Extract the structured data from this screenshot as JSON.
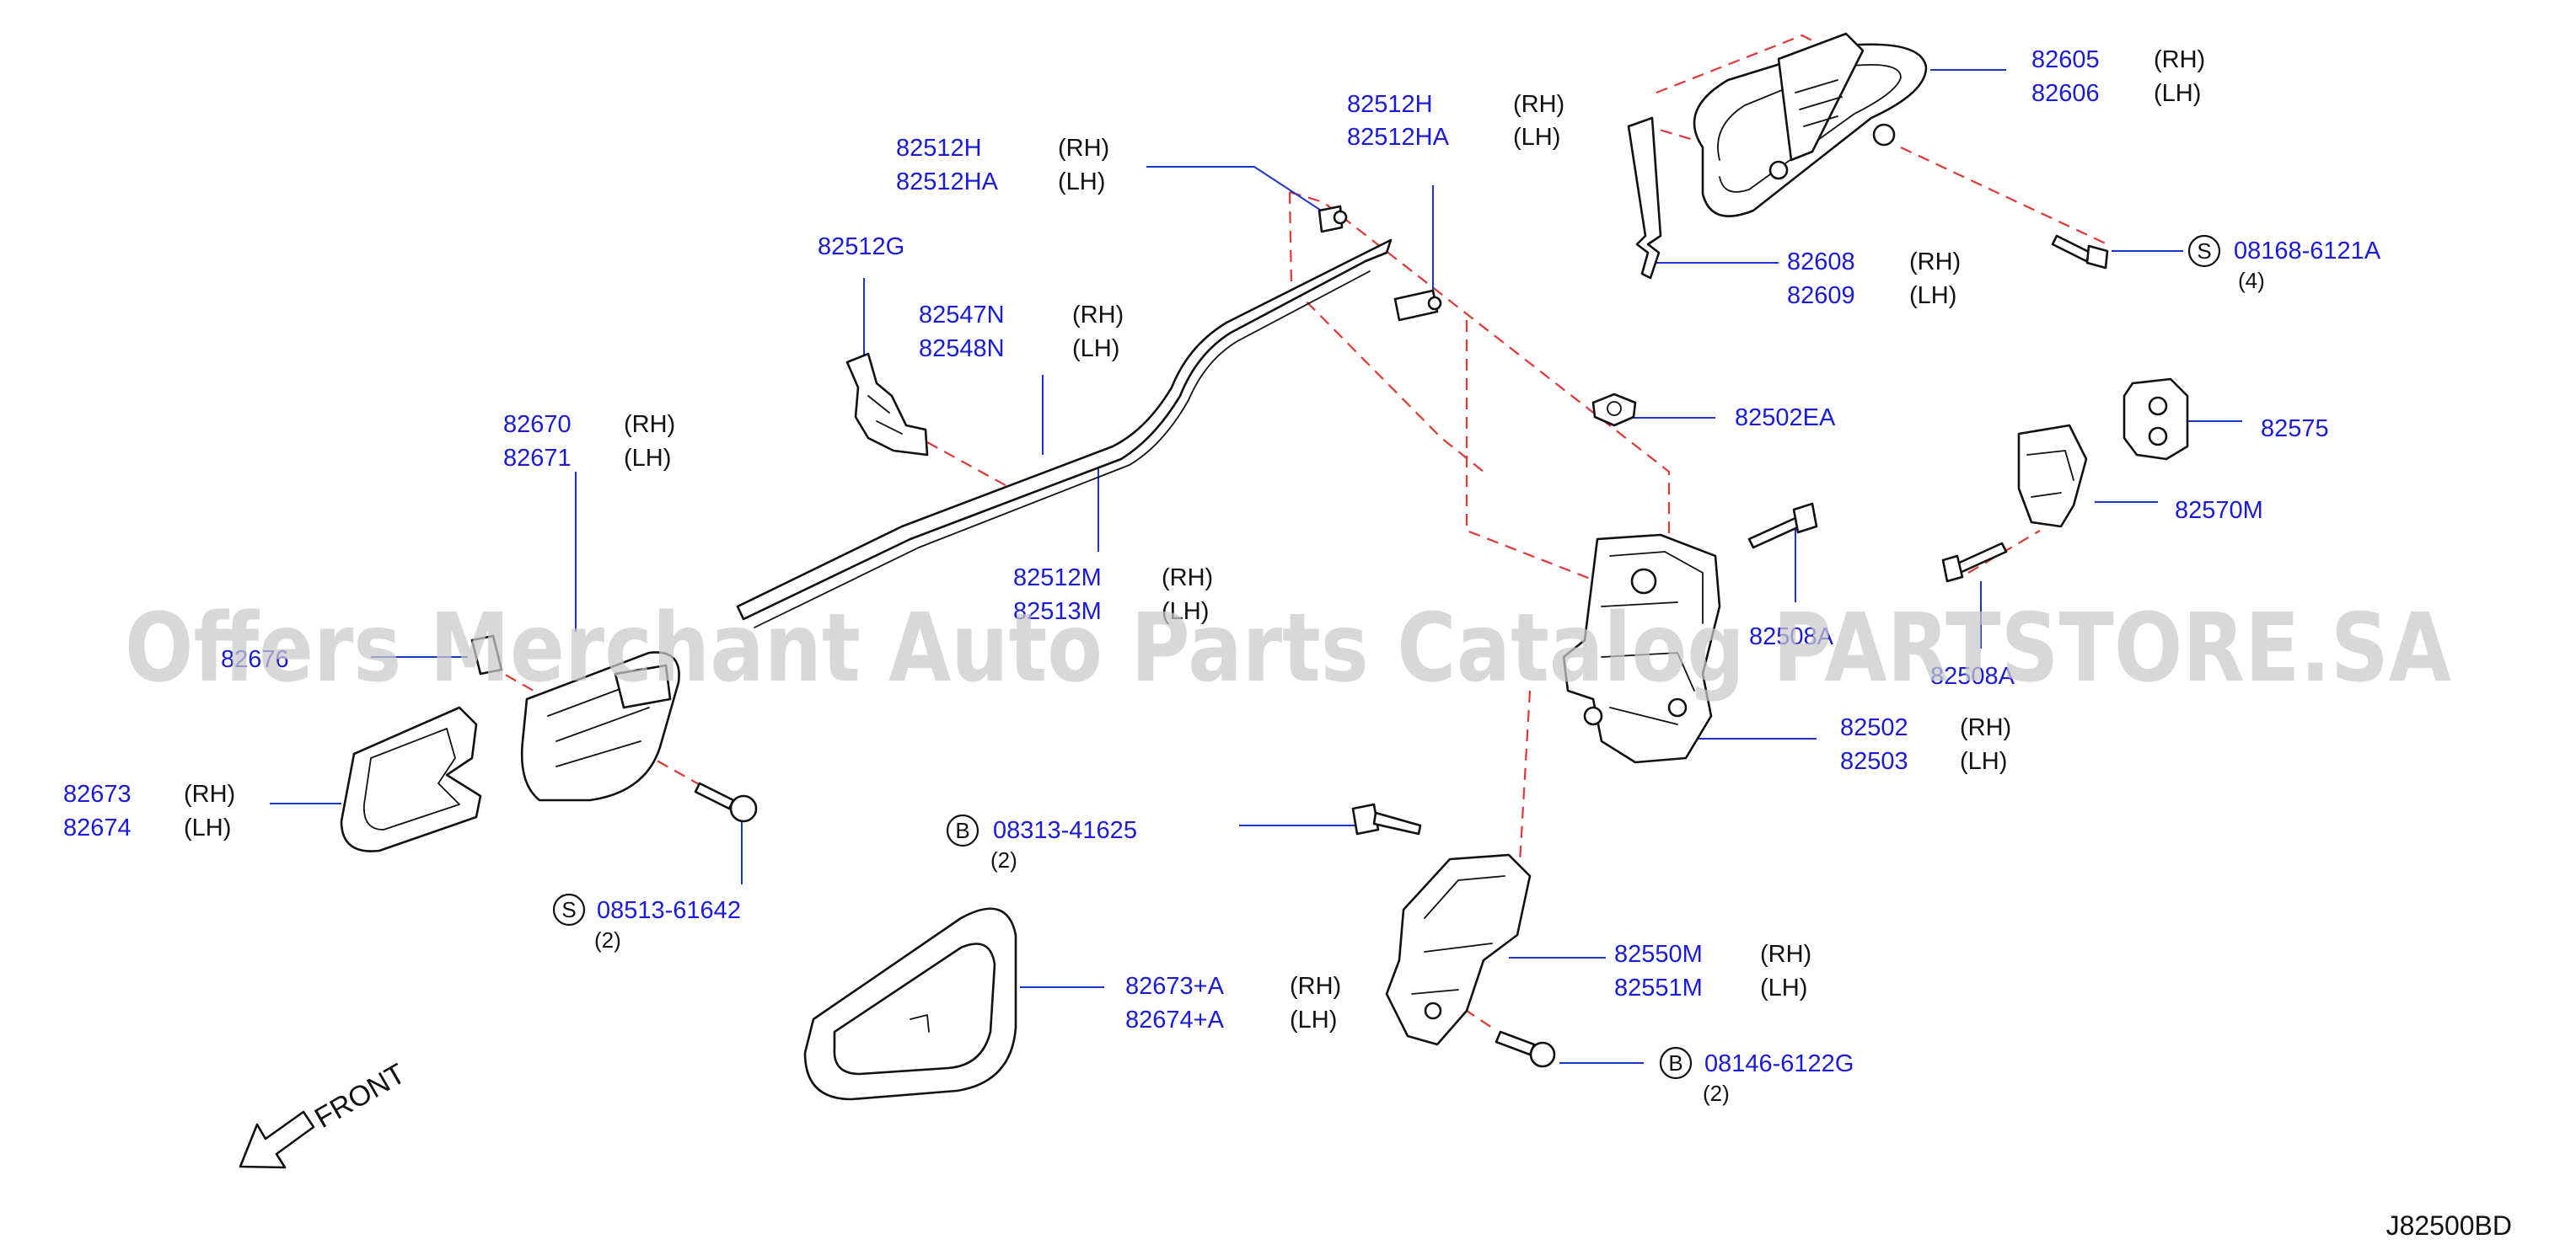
{
  "diagram_code": "J82500BD",
  "watermark": "Offers Merchant Auto Parts Catalog PARTSTORE.SA",
  "front_label": "FRONT",
  "callouts": {
    "c_82605": {
      "pn1": "82605",
      "sd1": "(RH)",
      "pn2": "82606",
      "sd2": "(LH)"
    },
    "c_82608": {
      "pn1": "82608",
      "sd1": "(RH)",
      "pn2": "82609",
      "sd2": "(LH)"
    },
    "c_08168": {
      "circle": "S",
      "pn1": "08168-6121A",
      "qty": "(4)"
    },
    "c_82512h_top": {
      "pn1": "82512H",
      "sd1": "(RH)",
      "pn2": "82512HA",
      "sd2": "(LH)"
    },
    "c_82512h_left": {
      "pn1": "82512H",
      "sd1": "(RH)",
      "pn2": "82512HA",
      "sd2": "(LH)"
    },
    "c_82512g": {
      "pn1": "82512G"
    },
    "c_82547n": {
      "pn1": "82547N",
      "sd1": "(RH)",
      "pn2": "82548N",
      "sd2": "(LH)"
    },
    "c_82670": {
      "pn1": "82670",
      "sd1": "(RH)",
      "pn2": "82671",
      "sd2": "(LH)"
    },
    "c_82676": {
      "pn1": "82676"
    },
    "c_82512m": {
      "pn1": "82512M",
      "sd1": "(RH)",
      "pn2": "82513M",
      "sd2": "(LH)"
    },
    "c_82502ea": {
      "pn1": "82502EA"
    },
    "c_82575": {
      "pn1": "82575"
    },
    "c_82570m": {
      "pn1": "82570M"
    },
    "c_82508": {
      "pn1": "82508A"
    },
    "c_82508a_right": {
      "pn1": "82508A"
    },
    "c_82502": {
      "pn1": "82502",
      "sd1": "(RH)",
      "pn2": "82503",
      "sd2": "(LH)"
    },
    "c_82673": {
      "pn1": "82673",
      "sd1": "(RH)",
      "pn2": "82674",
      "sd2": "(LH)"
    },
    "c_08513": {
      "circle": "S",
      "pn1": "08513-61642",
      "qty": "(2)"
    },
    "c_08313": {
      "circle": "B",
      "pn1": "08313-41625",
      "qty": "(2)"
    },
    "c_82673a": {
      "pn1": "82673+A",
      "sd1": "(RH)",
      "pn2": "82674+A",
      "sd2": "(LH)"
    },
    "c_82550m": {
      "pn1": "82550M",
      "sd1": "(RH)",
      "pn2": "82551M",
      "sd2": "(LH)"
    },
    "c_08146": {
      "circle": "B",
      "pn1": "08146-6122G",
      "qty": "(2)"
    }
  }
}
